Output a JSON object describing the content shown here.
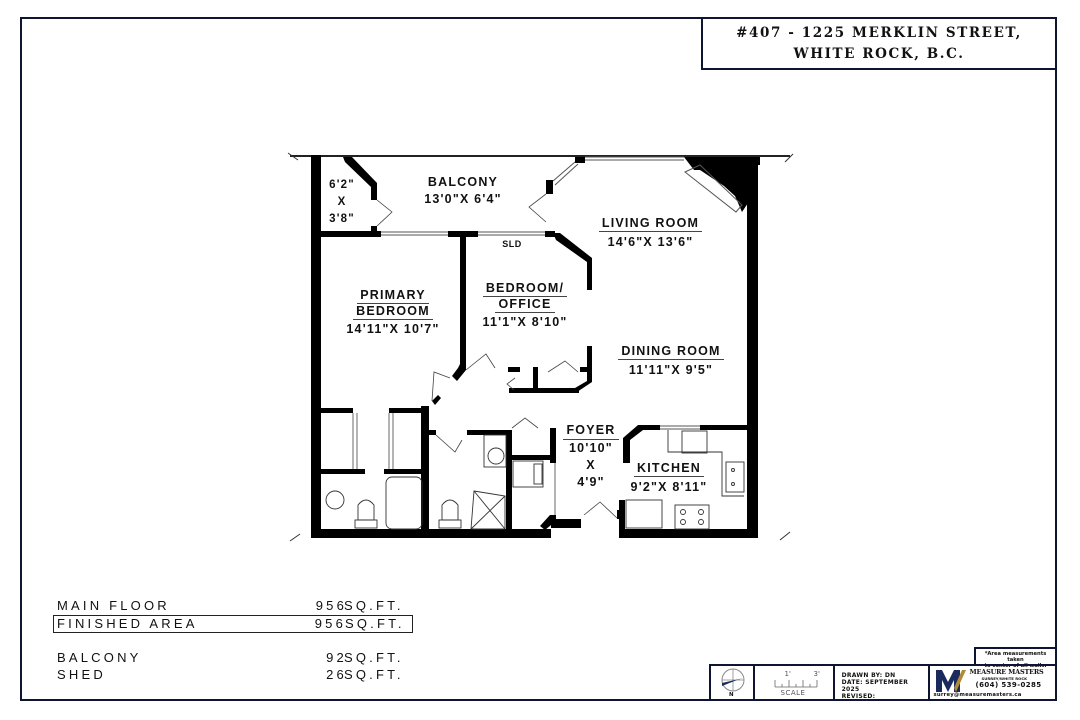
{
  "title": {
    "line1": "#407 - 1225 MERKLIN STREET,",
    "line2": "WHITE ROCK, B.C."
  },
  "rooms": {
    "balcony": {
      "name": "BALCONY",
      "dims": "13'0\"X  6'4\""
    },
    "shed": {
      "dim1": "6'2\"",
      "x": "X",
      "dim2": "3'8\""
    },
    "living_room": {
      "name": "LIVING  ROOM",
      "dims": "14'6\"X  13'6\""
    },
    "primary_bedroom": {
      "name_line1": "PRIMARY",
      "name_line2": "BEDROOM",
      "dims": "14'11\"X  10'7\""
    },
    "bedroom_office": {
      "name_line1": "BEDROOM/",
      "name_line2": "OFFICE",
      "dims": "11'1\"X  8'10\""
    },
    "dining_room": {
      "name": "DINING  ROOM",
      "dims": "11'11\"X  9'5\""
    },
    "foyer": {
      "name": "FOYER",
      "dim1": "10'10\"",
      "x": "X",
      "dim2": "4'9\""
    },
    "kitchen": {
      "name": "KITCHEN",
      "dims": "9'2\"X  8'11\""
    },
    "sliding_door": {
      "label": "SLD"
    }
  },
  "areas": [
    {
      "label": "MAIN FLOOR",
      "value": "956",
      "unit": "SQ.FT.",
      "boxed": false
    },
    {
      "label": "FINISHED AREA",
      "value": "956",
      "unit": "SQ.FT.",
      "boxed": true
    },
    {
      "label": "BALCONY",
      "value": "92",
      "unit": "SQ.FT.",
      "boxed": false
    },
    {
      "label": "SHED",
      "value": "26",
      "unit": "SQ.FT.",
      "boxed": false
    }
  ],
  "footer": {
    "compass_label": "N",
    "scale": {
      "tick1": "1'",
      "tick2": "3'",
      "label": "SCALE"
    },
    "drawn_by": "DRAWN BY: DN",
    "date": "DATE: SEPTEMBER 2025",
    "revised": "REVISED:",
    "note_line1": "*Area measurements taken",
    "note_line2": "to center of all walls.",
    "company": {
      "name": "MEASURE MASTERS",
      "location": "SURREY/WHITE ROCK",
      "phone": "(604) 539-0285",
      "email": "surrey@measuremasters.ca",
      "logo_text": "M"
    }
  },
  "colors": {
    "frame": "#0e1530",
    "wall": "#000000",
    "logo_navy": "#1b2a5c",
    "logo_gold": "#b08a3a"
  }
}
